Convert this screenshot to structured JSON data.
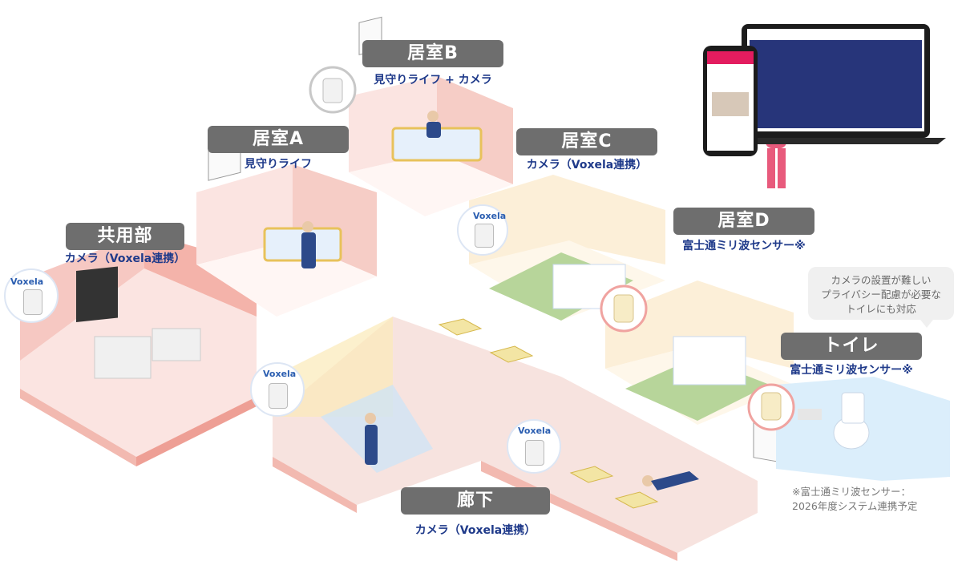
{
  "zones": {
    "room_b": {
      "title": "居室B",
      "subtitle": "見守りライフ + カメラ"
    },
    "room_a": {
      "title": "居室A",
      "subtitle": "見守りライフ"
    },
    "room_c": {
      "title": "居室C",
      "subtitle": "カメラ（Voxela連携）"
    },
    "room_d": {
      "title": "居室D",
      "subtitle": "富士通ミリ波センサー※"
    },
    "common": {
      "title": "共用部",
      "subtitle": "カメラ（Voxela連携）"
    },
    "toilet": {
      "title": "トイレ",
      "subtitle": "富士通ミリ波センサー※"
    },
    "corridor": {
      "title": "廊下",
      "subtitle": "カメラ（Voxela連携）"
    }
  },
  "camera_brand": "Voxela",
  "bubble": {
    "line1": "カメラの設置が難しい",
    "line2": "プライバシー配慮が必要な",
    "line3": "トイレにも対応"
  },
  "footnote": {
    "line1": "※富士通ミリ波センサー：",
    "line2": "2026年度システム連携予定"
  },
  "colors": {
    "label_bg": "#6e6e6e",
    "subtitle": "#1f3a8a",
    "room_pink": "#f6d6d0",
    "room_wall": "#f2b9b0",
    "tatami": "#b7d59a",
    "corridor": "#f7e3df",
    "toilet_bg": "#dbeefb",
    "sensor_ring": "#f0a3a0"
  }
}
